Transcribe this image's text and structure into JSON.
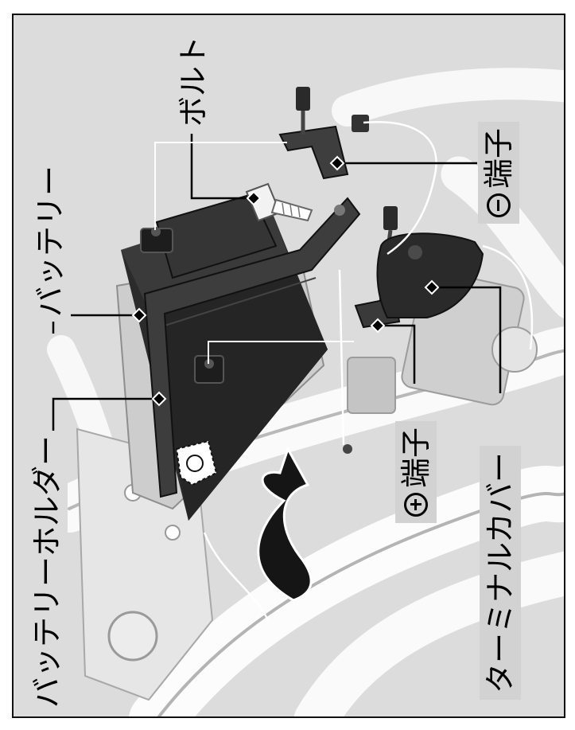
{
  "labels": {
    "battery": "バッテリー",
    "battery_holder": "バッテリーホルダー",
    "bolt": "ボルト",
    "negative_terminal": "端子",
    "positive_terminal": "端子",
    "terminal_cover": "ターミナルカバー"
  },
  "colors": {
    "background": "#dcdcdc",
    "battery_body": "#2a2a2a",
    "label_box": "#d2d2d2",
    "leader_line": "#000000"
  },
  "icons": [
    "negative-terminal-icon",
    "positive-terminal-icon",
    "removal-arrow-icon"
  ]
}
